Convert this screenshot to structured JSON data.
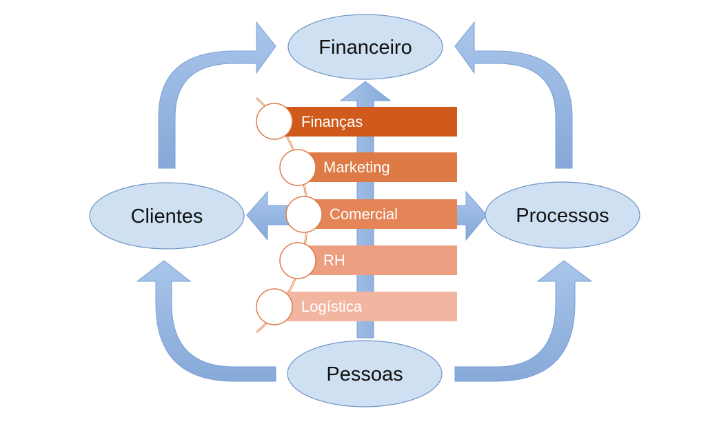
{
  "nodes": {
    "top": "Financeiro",
    "left": "Clientes",
    "right": "Processos",
    "bottom": "Pessoas"
  },
  "list": [
    {
      "label": "Finanças",
      "color": "#cf5a1b"
    },
    {
      "label": "Marketing",
      "color": "#dd7a45"
    },
    {
      "label": "Comercial",
      "color": "#e48457"
    },
    {
      "label": "RH",
      "color": "#eb9f80"
    },
    {
      "label": "Logística",
      "color": "#f2b6a0"
    }
  ],
  "colors": {
    "ellipse_fill": "#cfe0f2",
    "ellipse_stroke": "#6f95c6",
    "arrow_fill": "#8fb2e0",
    "arrow_stroke": "#7aa0d3",
    "line": "#e08a50"
  }
}
